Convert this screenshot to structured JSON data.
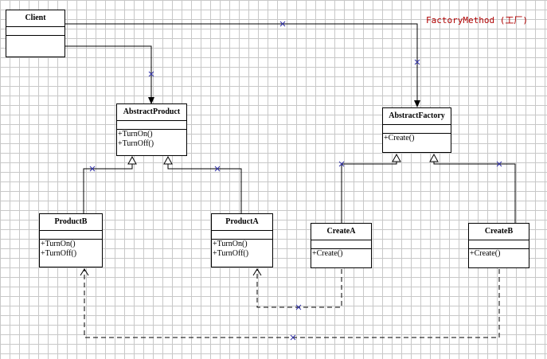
{
  "title": "FactoryMethod (工厂)",
  "classes": {
    "client": {
      "name": "Client",
      "operations": []
    },
    "abstract_product": {
      "name": "AbstractProduct",
      "operations": [
        "+TurnOn()",
        "+TurnOff()"
      ]
    },
    "abstract_factory": {
      "name": "AbstractFactory",
      "operations": [
        "+Create()"
      ]
    },
    "product_b": {
      "name": "ProductB",
      "operations": [
        "+TurnOn()",
        "+TurnOff()"
      ]
    },
    "product_a": {
      "name": "ProductA",
      "operations": [
        "+TurnOn()",
        "+TurnOff()"
      ]
    },
    "create_a": {
      "name": "CreateA",
      "operations": [
        "+Create()"
      ]
    },
    "create_b": {
      "name": "CreateB",
      "operations": [
        "+Create()"
      ]
    }
  },
  "relations": [
    {
      "from": "Client",
      "to": "AbstractProduct",
      "type": "association"
    },
    {
      "from": "Client",
      "to": "AbstractFactory",
      "type": "association"
    },
    {
      "from": "ProductB",
      "to": "AbstractProduct",
      "type": "generalization"
    },
    {
      "from": "ProductA",
      "to": "AbstractProduct",
      "type": "generalization"
    },
    {
      "from": "CreateA",
      "to": "AbstractFactory",
      "type": "generalization"
    },
    {
      "from": "CreateB",
      "to": "AbstractFactory",
      "type": "generalization"
    },
    {
      "from": "CreateA",
      "to": "ProductA",
      "type": "dependency"
    },
    {
      "from": "CreateB",
      "to": "ProductB",
      "type": "dependency"
    }
  ],
  "colors": {
    "line": "#000000",
    "handle": "#3333aa",
    "title": "#b00000",
    "grid": "#c8c8c8"
  }
}
